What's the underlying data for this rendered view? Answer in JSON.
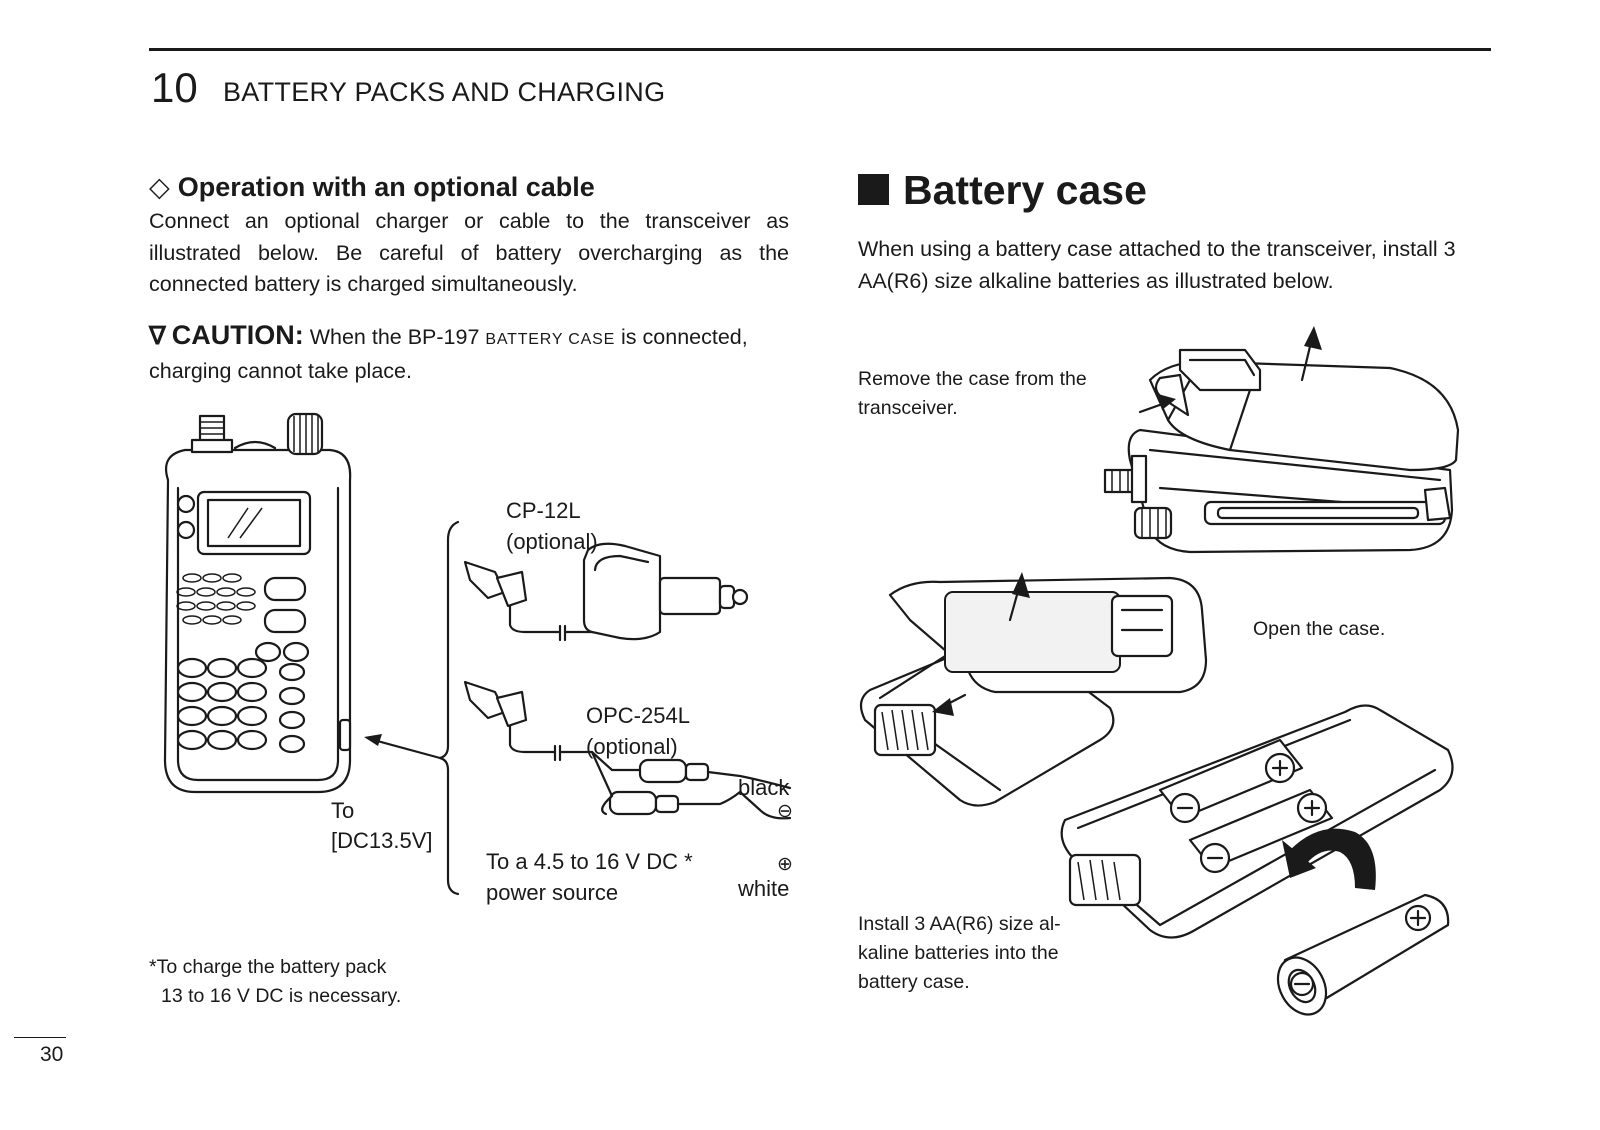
{
  "header": {
    "chapter_number": "10",
    "chapter_title": "BATTERY PACKS AND CHARGING"
  },
  "left": {
    "section_marker": "◇",
    "section_title": "Operation with an optional cable",
    "section_body": "Connect an optional charger or cable to the transceiver as illustrated below. Be careful of battery overcharging as the connected battery is charged simultaneously.",
    "caution_marker": "∇",
    "caution_label": "CAUTION:",
    "caution_pre": "When the BP-197",
    "caution_smallcaps": "BATTERY CASE",
    "caution_post": "is connected, charging cannot take place.",
    "figure": {
      "cp12l_name": "CP-12L",
      "cp12l_optional": "(optional)",
      "opc254l_name": "OPC-254L",
      "opc254l_optional": "(optional)",
      "to_label": "To",
      "dc_jack_label": "[DC13.5V]",
      "power_line1": "To a 4.5 to 16 V DC *",
      "power_line2": "power source",
      "black_label": "black",
      "minus_symbol": "⊖",
      "plus_symbol": "⊕",
      "white_label": "white"
    },
    "footnote_line1": "*To charge the battery pack",
    "footnote_line2": "13 to 16 V DC is necessary."
  },
  "right": {
    "heading": "Battery case",
    "body": "When using a battery case attached to the transceiver, install 3 AA(R6) size alkaline batteries as illustrated below.",
    "step1_line1": "Remove the case from the",
    "step1_line2": "transceiver.",
    "step2": "Open the case.",
    "step3_line1": "Install 3 AA(R6) size al-",
    "step3_line2": "kaline batteries into the",
    "step3_line3": "battery case."
  },
  "footer": {
    "page_number": "30"
  }
}
